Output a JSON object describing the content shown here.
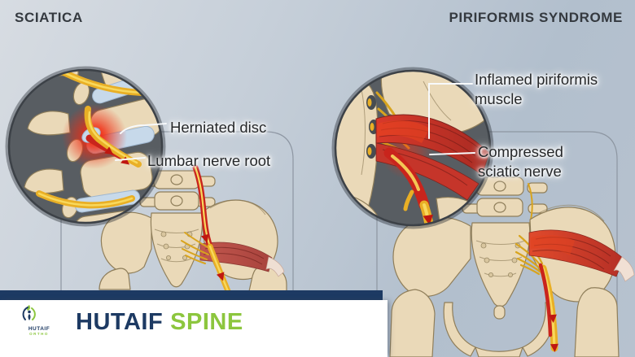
{
  "header": {
    "left_title": "SCIATICA",
    "right_title": "PIRIFORMIS SYNDROME"
  },
  "left_panel": {
    "labels": {
      "herniated_disc": "Herniated disc",
      "lumbar_nerve_root": "Lumbar nerve root"
    }
  },
  "right_panel": {
    "labels": {
      "inflamed_piriformis_muscle": "Inflamed piriformis muscle",
      "compressed_sciatic_nerve": "Compressed sciatic nerve"
    }
  },
  "footer": {
    "brand": {
      "word1": "HUTAIF",
      "word2": "SPINE"
    },
    "logo": {
      "name": "HUTAIF",
      "sub": "ORTHO"
    }
  },
  "icons": {
    "logo_icon": "hutaif-ortho-emblem"
  },
  "colors": {
    "navy": "#1d3a63",
    "green": "#8cc63e",
    "bone": "#ead9b8",
    "bone_outline": "#8f7e5a",
    "nerve_yellow": "#e9af25",
    "nerve_highlight": "#f8d85c",
    "nerve_dark": "#d8a41e",
    "red": "#c9241c",
    "red_bright": "#e22a12",
    "muscle_red": "#b5443f",
    "muscle_inflamed": "#d8392a",
    "disc_blue": "#c7d9ea",
    "disc_outline": "#9fb6cf",
    "inset_bg": "#585d62",
    "inset_ring": "#3c4147",
    "heading_text": "#34393f",
    "label_text": "#26282a",
    "bg_light": "#d7dce2",
    "bg_dark": "#b2bfcd",
    "leader": "#f7f9fb",
    "white": "#ffffff"
  }
}
